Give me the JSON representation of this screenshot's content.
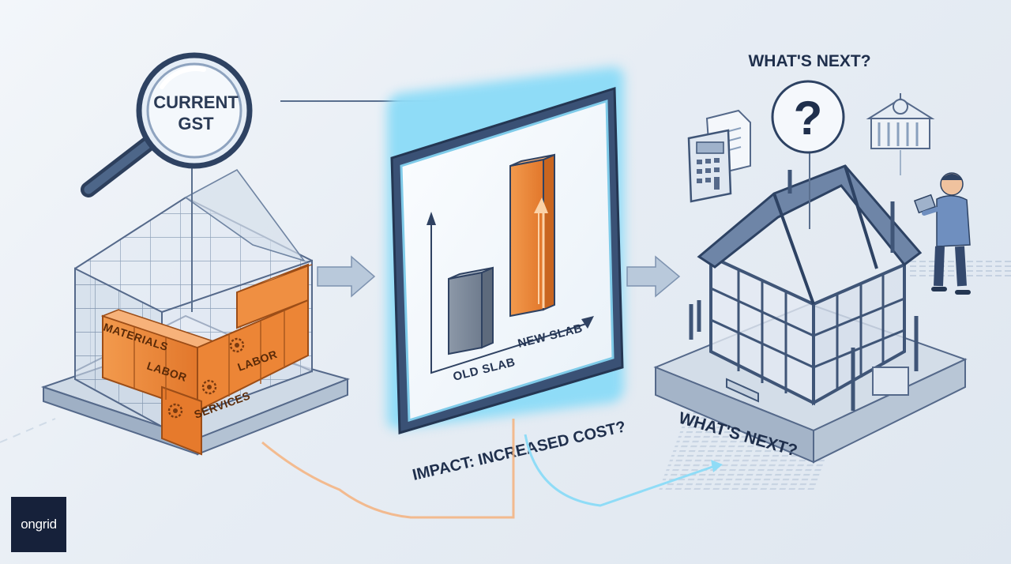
{
  "lens": {
    "line1": "CURRENT",
    "line2": "GST"
  },
  "blocks": {
    "materials": "MATERIALS",
    "labor_left": "LABOR",
    "labor_right": "LABOR",
    "services": "SERVICES"
  },
  "chart": {
    "old_label": "OLD SLAB",
    "new_label": "NEW SLAB"
  },
  "impact_caption": "IMPACT: INCREASED COST?",
  "whats_next_top": "WHAT'S NEXT?",
  "whats_next_bottom": "WHAT'S NEXT?",
  "question_glyph": "?",
  "logo_text": "ongrid",
  "colors": {
    "orange": "#ef8a3c",
    "navy": "#2d4263",
    "glow": "#8fdcf7",
    "glass": "#c9d6e6"
  },
  "chart_data": {
    "type": "bar",
    "categories": [
      "OLD SLAB",
      "NEW SLAB"
    ],
    "values": [
      1,
      2
    ],
    "title": "",
    "xlabel": "",
    "ylabel": ""
  }
}
